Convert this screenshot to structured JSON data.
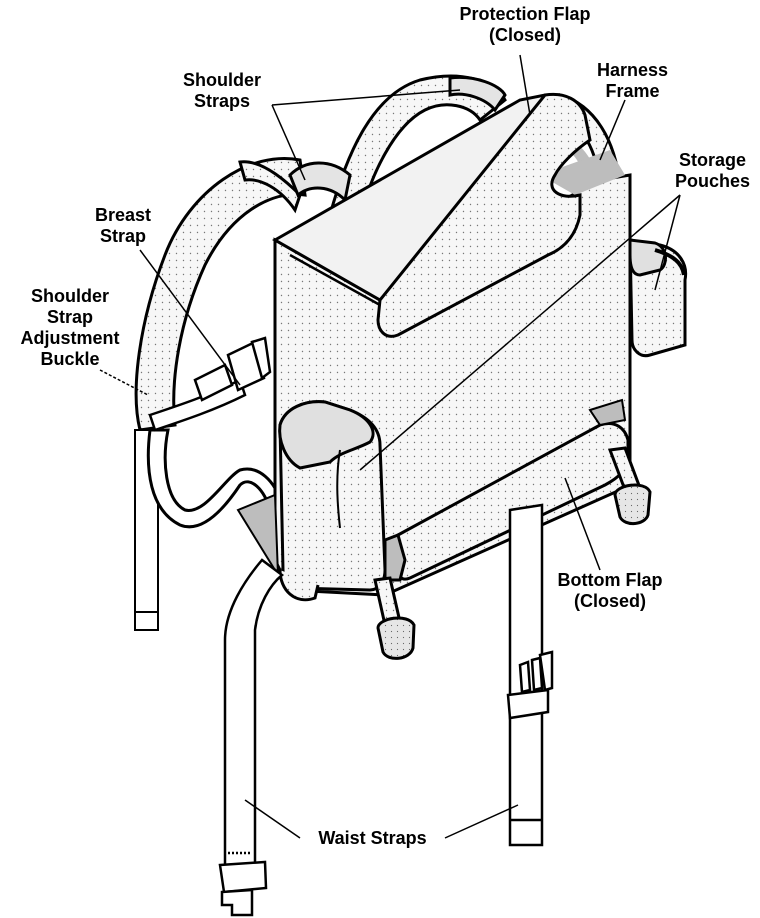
{
  "labels": {
    "protection_flap": [
      "Protection Flap",
      "(Closed)"
    ],
    "harness_frame": [
      "Harness",
      "Frame"
    ],
    "shoulder_straps": [
      "Shoulder",
      "Straps"
    ],
    "storage_pouches": [
      "Storage",
      "Pouches"
    ],
    "breast_strap": [
      "Breast",
      "Strap"
    ],
    "shoulder_strap_adjustment_buckle": [
      "Shoulder",
      "Strap",
      "Adjustment",
      "Buckle"
    ],
    "bottom_flap": [
      "Bottom Flap",
      "(Closed)"
    ],
    "waist_straps": [
      "Waist Straps"
    ]
  },
  "colors": {
    "outline": "#000000",
    "light_fill": "#efefef",
    "mid_fill": "#dcdcdc",
    "shadow_fill": "#bdbdbd",
    "white": "#ffffff"
  }
}
